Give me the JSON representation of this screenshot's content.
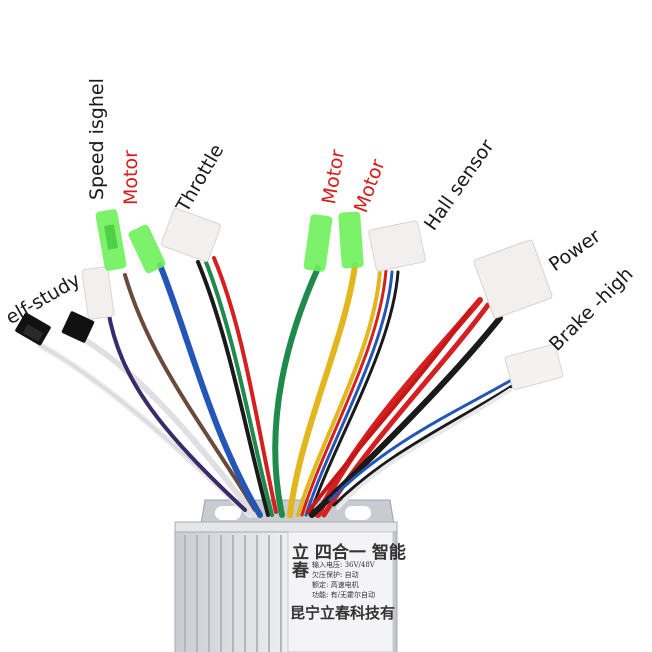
{
  "labels": {
    "self_study": "elf-study",
    "speed_signal": "Speed isghel",
    "motor_1": "Motor",
    "throttle": "Throttle",
    "motor_2": "Motor",
    "motor_3": "Motor",
    "hall_sensor": "Hall sensor",
    "power": "Power",
    "brake_high": "Brake -high"
  },
  "controller": {
    "title_line1": "立 四合一 智能",
    "title_line2": "春",
    "spec_line1": "输入电压: 36V/48V",
    "spec_line2": "欠压保护: 自动",
    "spec_line3": "额定: 高速电机",
    "spec_line4": "功能: 有/无霍尔自动",
    "maker": "昆宁立春科技有"
  },
  "colors": {
    "label_text": "#1a1a1a",
    "motor_label": "#d81c1c",
    "wire_blue": "#2456b8",
    "wire_green": "#1f8a4c",
    "wire_yellow": "#e2b61c",
    "wire_red": "#d42020",
    "wire_black": "#1a1a1a",
    "wire_white": "#e8e8ea",
    "wire_brown": "#6a4a3a",
    "wire_purple": "#3b2a6a",
    "connector_green": "#6ef05a",
    "connector_white": "#f2f0ee",
    "connector_black": "#111111",
    "housing": "#d4d6da"
  }
}
